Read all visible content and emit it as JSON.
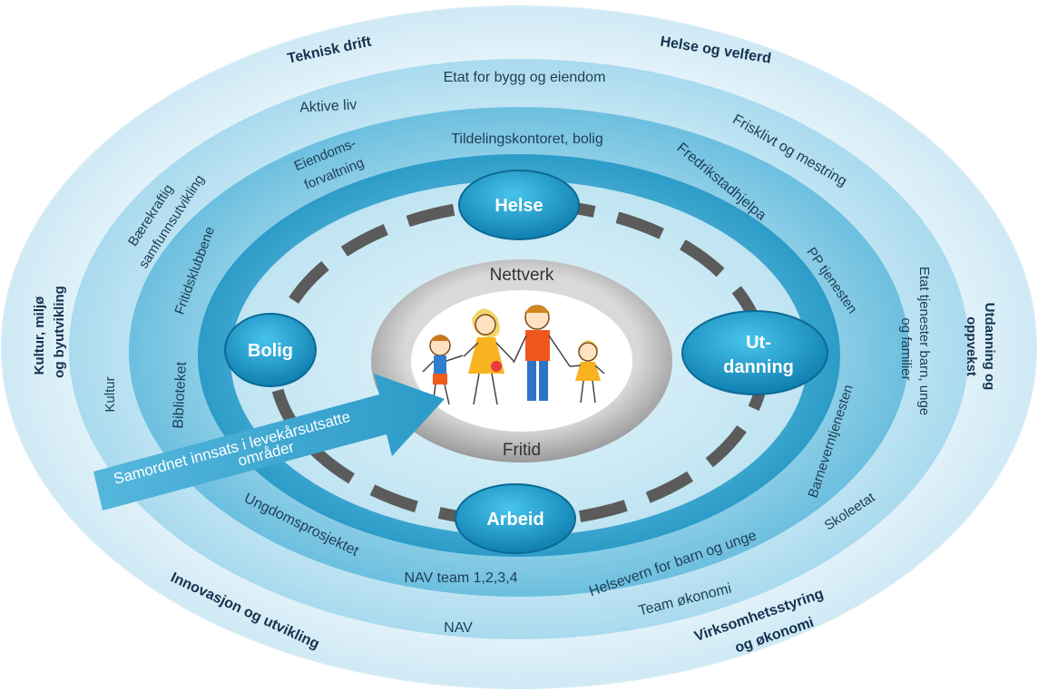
{
  "outer_ring": {
    "teknisk_drift": "Teknisk drift",
    "helse_og_velferd": "Helse og velferd",
    "kultur_line1": "Kultur, miljø",
    "kultur_line2": "og byutvikling",
    "utdanning_line1": "Utdanning og",
    "utdanning_line2": "oppvekst",
    "innovasjon": "Innovasjon og utvikling",
    "virksomhet_line1": "Virksomhetsstyring",
    "virksomhet_line2": "og økonomi"
  },
  "second_ring": {
    "etat_bygg": "Etat for bygg og eiendom",
    "aktive_liv": "Aktive liv",
    "frisklivet": "Frisklivt og mestring",
    "baerekraftig_line1": "Bærekraftig",
    "baerekraftig_line2": "samfunnsutvikling",
    "kultur": "Kultur",
    "etat_tjenester_line1": "Etat tjenester barn, unge",
    "etat_tjenester_line2": "og familier",
    "skoleetat": "Skoleetat",
    "team_okonomi": "Team økonomi",
    "nav": "NAV"
  },
  "third_ring": {
    "tildeling": "Tildelingskontoret, bolig",
    "eiendom_line1": "Eiendoms-",
    "eiendom_line2": "forvaltning",
    "fredrikstad": "Fredrikstadhjelpa",
    "fritidsklubbene": "Fritidsklubbene",
    "pp": "PP tjenesten",
    "biblioteket": "Biblioteket",
    "barnevern": "Barneverntjenesten",
    "ungdom": "Ungdomsprosjektet",
    "nav_team": "NAV team 1,2,3,4",
    "helsevern": "Helsevern for barn og unge"
  },
  "nodes": {
    "helse": "Helse",
    "bolig": "Bolig",
    "utdanning_line1": "Ut-",
    "utdanning_line2": "danning",
    "arbeid": "Arbeid"
  },
  "core": {
    "nettverk": "Nettverk",
    "fritid": "Fritid"
  },
  "arrow": {
    "line1": "Samordnet innsats i levekårsutsatte",
    "line2": "områder"
  },
  "colors": {
    "outer": "#e4f3fa",
    "ring2": "#c4e6f3",
    "ring3": "#8ecfe5",
    "ring4": "#3ea9cf",
    "inner": "#d5eef7",
    "node": "#1b9ec8",
    "dash": "#5a5a5a",
    "arrow": "#3aa7cf"
  }
}
